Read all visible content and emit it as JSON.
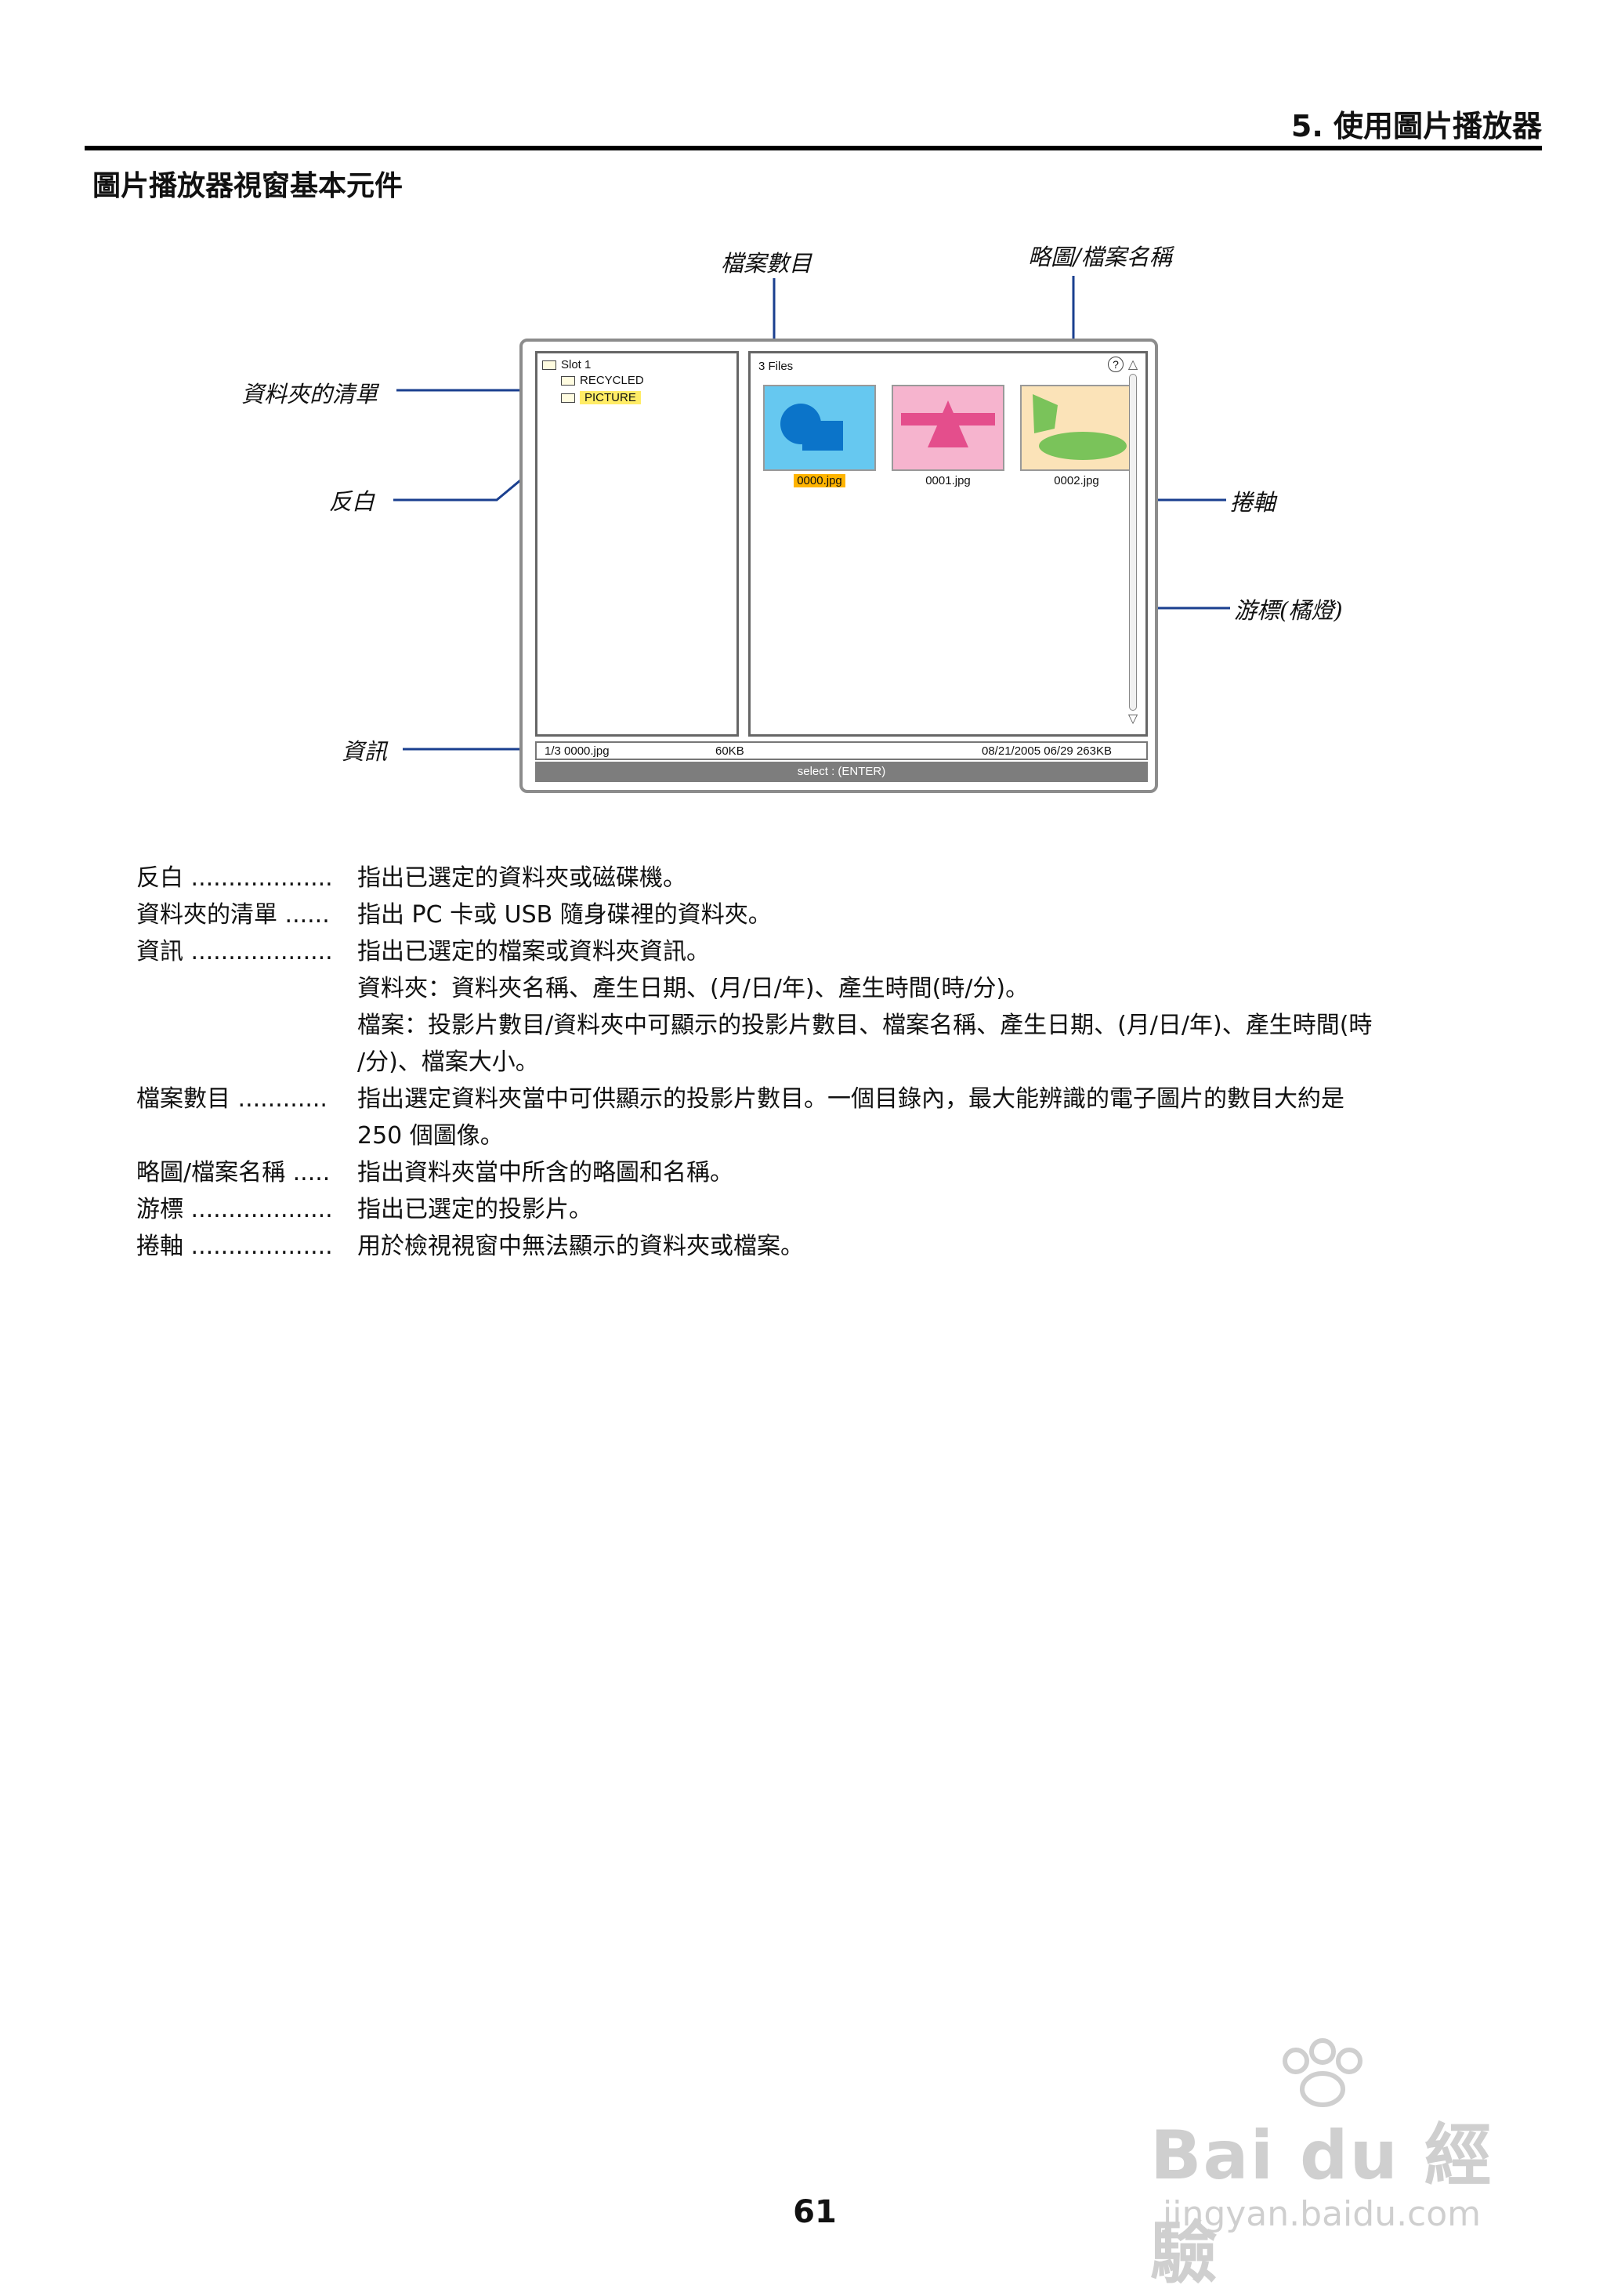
{
  "header": {
    "chapter": "5. 使用圖片播放器",
    "section_title": "圖片播放器視窗基本元件"
  },
  "callouts": {
    "file_count": "檔案數目",
    "thumbnail_filename": "略圖/檔案名稱",
    "folder_list": "資料夾的清單",
    "reverse": "反白",
    "scroll": "捲軸",
    "cursor": "游標(橘燈)",
    "info": "資訊"
  },
  "viewer": {
    "tree": {
      "slot": "Slot 1",
      "recycled": "RECYCLED",
      "picture": "PICTURE"
    },
    "files_count": "3 Files",
    "help_icon": "?",
    "thumbnails": [
      {
        "label": "0000.jpg",
        "selected": true,
        "color": "#66c8f0"
      },
      {
        "label": "0001.jpg",
        "selected": false,
        "color": "#f6b4ce"
      },
      {
        "label": "0002.jpg",
        "selected": false,
        "color": "#fbe3b8"
      }
    ],
    "info_bar": {
      "position": "1/3  0000.jpg",
      "size": "60KB",
      "date": "08/21/2005  06/29  263KB"
    },
    "select_bar": "select : (ENTER)"
  },
  "definitions": {
    "reverse": {
      "term": "反白 ...................",
      "text": "指出已選定的資料夾或磁碟機。"
    },
    "folder_list": {
      "term": "資料夾的清單 ......",
      "text": "指出 PC 卡或 USB 隨身碟裡的資料夾。"
    },
    "info": {
      "term": "資訊 ...................",
      "text": "指出已選定的檔案或資料夾資訊。"
    },
    "info_folder": {
      "text": "資料夾：資料夾名稱、產生日期、(月/日/年)、產生時間(時/分)。"
    },
    "info_file_1": {
      "text": "檔案：投影片數目/資料夾中可顯示的投影片數目、檔案名稱、產生日期、(月/日/年)、產生時間(時"
    },
    "info_file_2": {
      "text": "/分)、檔案大小。"
    },
    "file_count": {
      "term": "檔案數目 ............",
      "text": "指出選定資料夾當中可供顯示的投影片數目。一個目錄內，最大能辨識的電子圖片的數目大約是"
    },
    "file_count_2": {
      "text": "250 個圖像。"
    },
    "thumbnail": {
      "term": "略圖/檔案名稱 .....",
      "text": "指出資料夾當中所含的略圖和名稱。"
    },
    "cursor": {
      "term": "游標 ...................",
      "text": "指出已選定的投影片。"
    },
    "scroll": {
      "term": "捲軸 ...................",
      "text": "用於檢視視窗中無法顯示的資料夾或檔案。"
    }
  },
  "page_number": "61",
  "watermark": {
    "brand": "Bai du 經驗",
    "url": "jingyan.baidu.com"
  }
}
